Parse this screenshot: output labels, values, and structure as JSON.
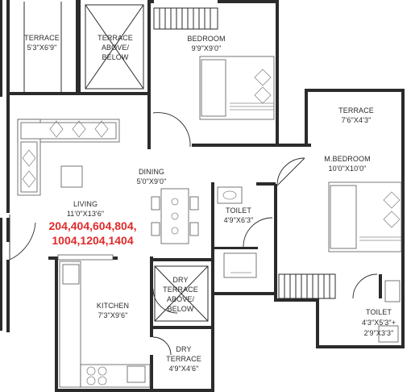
{
  "rooms": {
    "terrace_left": {
      "name": "TERRACE",
      "size": "5'3\"X6'9\""
    },
    "terrace_above": {
      "line1": "TERRACE",
      "line2": "ABOVE/",
      "line3": "BELOW"
    },
    "bedroom": {
      "name": "BEDROOM",
      "size": "9'9\"X9'0\""
    },
    "terrace_right": {
      "name": "TERRACE",
      "size": "7'6\"X4'3\""
    },
    "m_bedroom": {
      "name": "M.BEDROOM",
      "size": "10'0\"X10'0\""
    },
    "dining": {
      "name": "DINING",
      "size": "5'0\"X9'0\""
    },
    "living": {
      "name": "LIVING",
      "size": "11'0\"X13'6\""
    },
    "toilet_center": {
      "name": "TOILET",
      "size": "4'9\"X6'3\""
    },
    "kitchen": {
      "name": "KITCHEN",
      "size": "7'3\"X9'6\""
    },
    "dry_terrace_above": {
      "line1": "DRY",
      "line2": "TERRACE",
      "line3": "ABOVE/",
      "line4": "BELOW"
    },
    "dry_terrace": {
      "line1": "DRY",
      "line2": "TERRACE",
      "line3": "4'9\"X4'6\""
    },
    "toilet_right": {
      "name": "TOILET",
      "size1": "4'3\"X5'3\"+",
      "size2": "2'9\"X3'3\""
    }
  },
  "unit_numbers": {
    "line1": "204,404,604,804,",
    "line2": "1004,1204,1404"
  },
  "colors": {
    "wall": "#2b2b2b",
    "unit_numbers": "#e02a2a",
    "background": "#ffffff"
  }
}
